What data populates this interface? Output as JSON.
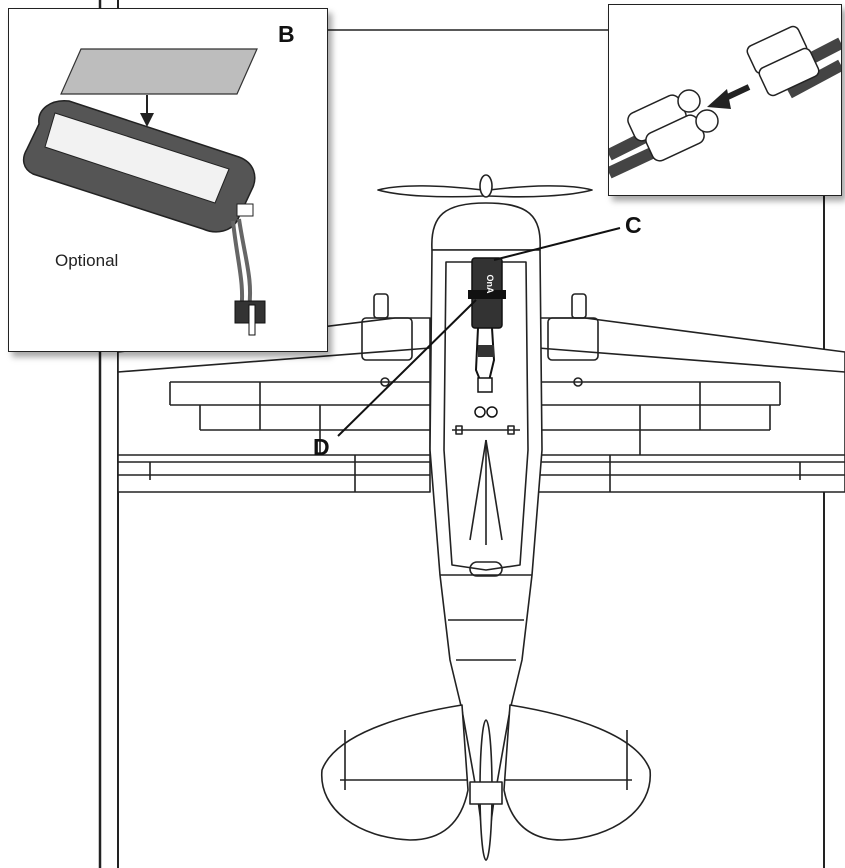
{
  "callouts": {
    "b": "B",
    "c": "C",
    "d": "D"
  },
  "battery_inset": {
    "caption": "Optional"
  },
  "battery_label": "OnA"
}
